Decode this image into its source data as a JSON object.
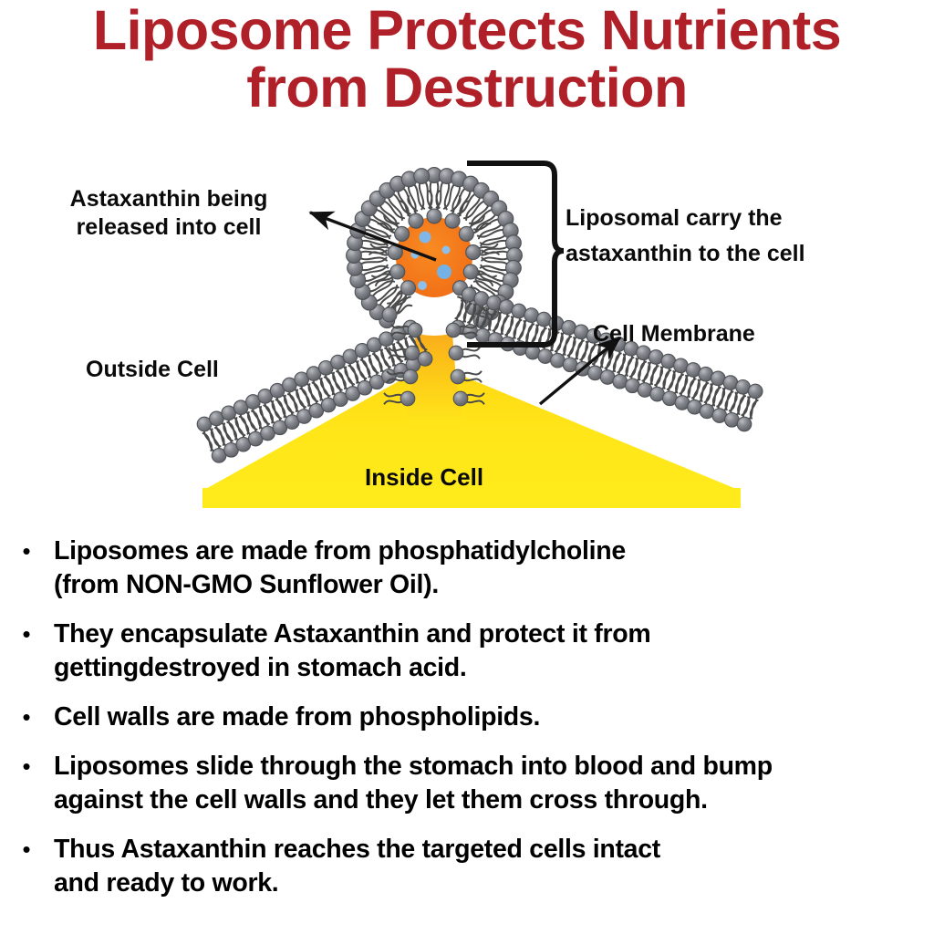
{
  "title": {
    "line1": "Liposome Protects Nutrients",
    "line2": "from Destruction",
    "color": "#B02028"
  },
  "diagram": {
    "labels": {
      "astaxanthin_release": "Astaxanthin being\nreleased into cell",
      "outside_cell": "Outside Cell",
      "liposomal_carry": "Liposomal carry the\nastaxanthin to the cell",
      "cell_membrane": "Cell Membrane",
      "inside_cell": "Inside Cell"
    },
    "colors": {
      "lipid_head": "#6E7176",
      "lipid_tail": "#3A3A3A",
      "cargo_core": "#F47A20",
      "astaxanthin_dot": "#7FB8E8",
      "cytoplasm_top": "#FFE81A",
      "cytoplasm_bottom": "#FBD017",
      "neck_top": "#F7941E",
      "annotation": "#111111"
    }
  },
  "bullets": [
    "Liposomes are made from phosphatidylcholine\n(from NON-GMO Sunflower Oil).",
    "They encapsulate Astaxanthin and protect it from\ngettingdestroyed in stomach acid.",
    "Cell walls are made from phospholipids.",
    "Liposomes slide through the stomach into blood and bump\nagainst the cell walls and they let them cross through.",
    "Thus Astaxanthin reaches the targeted cells intact\nand ready to work."
  ],
  "bullet_marker": "•"
}
